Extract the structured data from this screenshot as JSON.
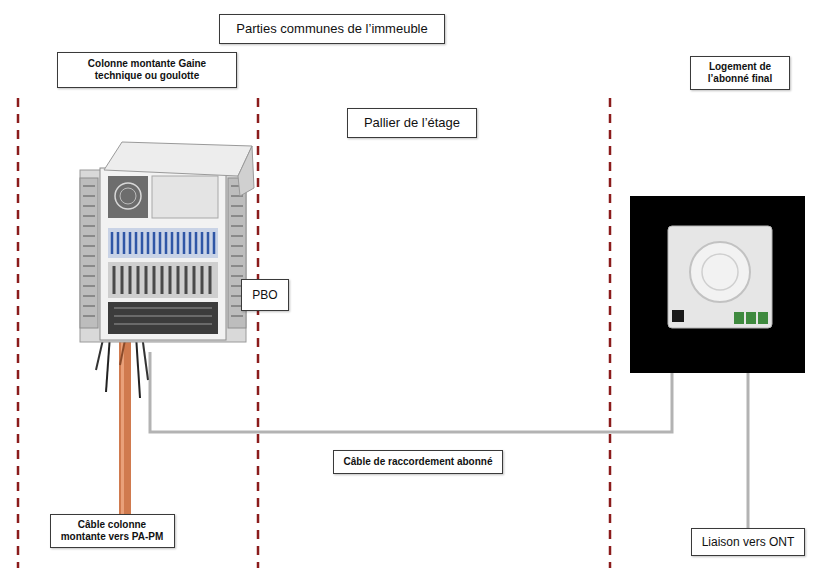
{
  "diagram": {
    "nodes": [
      {
        "text": [
          "Parties communes de l’immeuble"
        ]
      },
      {
        "text": [
          "Colonne montante Gaine technique ou goulotte"
        ]
      },
      {
        "text": [
          "Pallier de l’étage"
        ]
      },
      {
        "text": [
          "Logement de l’abonné final"
        ]
      },
      {
        "text": [
          "PBO"
        ]
      },
      {
        "text": [
          "Câble de raccordement abonné"
        ]
      },
      {
        "text": [
          "Câble colonne montante vers PA-PM"
        ]
      },
      {
        "text": [
          "Liaison vers ONT"
        ]
      }
    ]
  }
}
